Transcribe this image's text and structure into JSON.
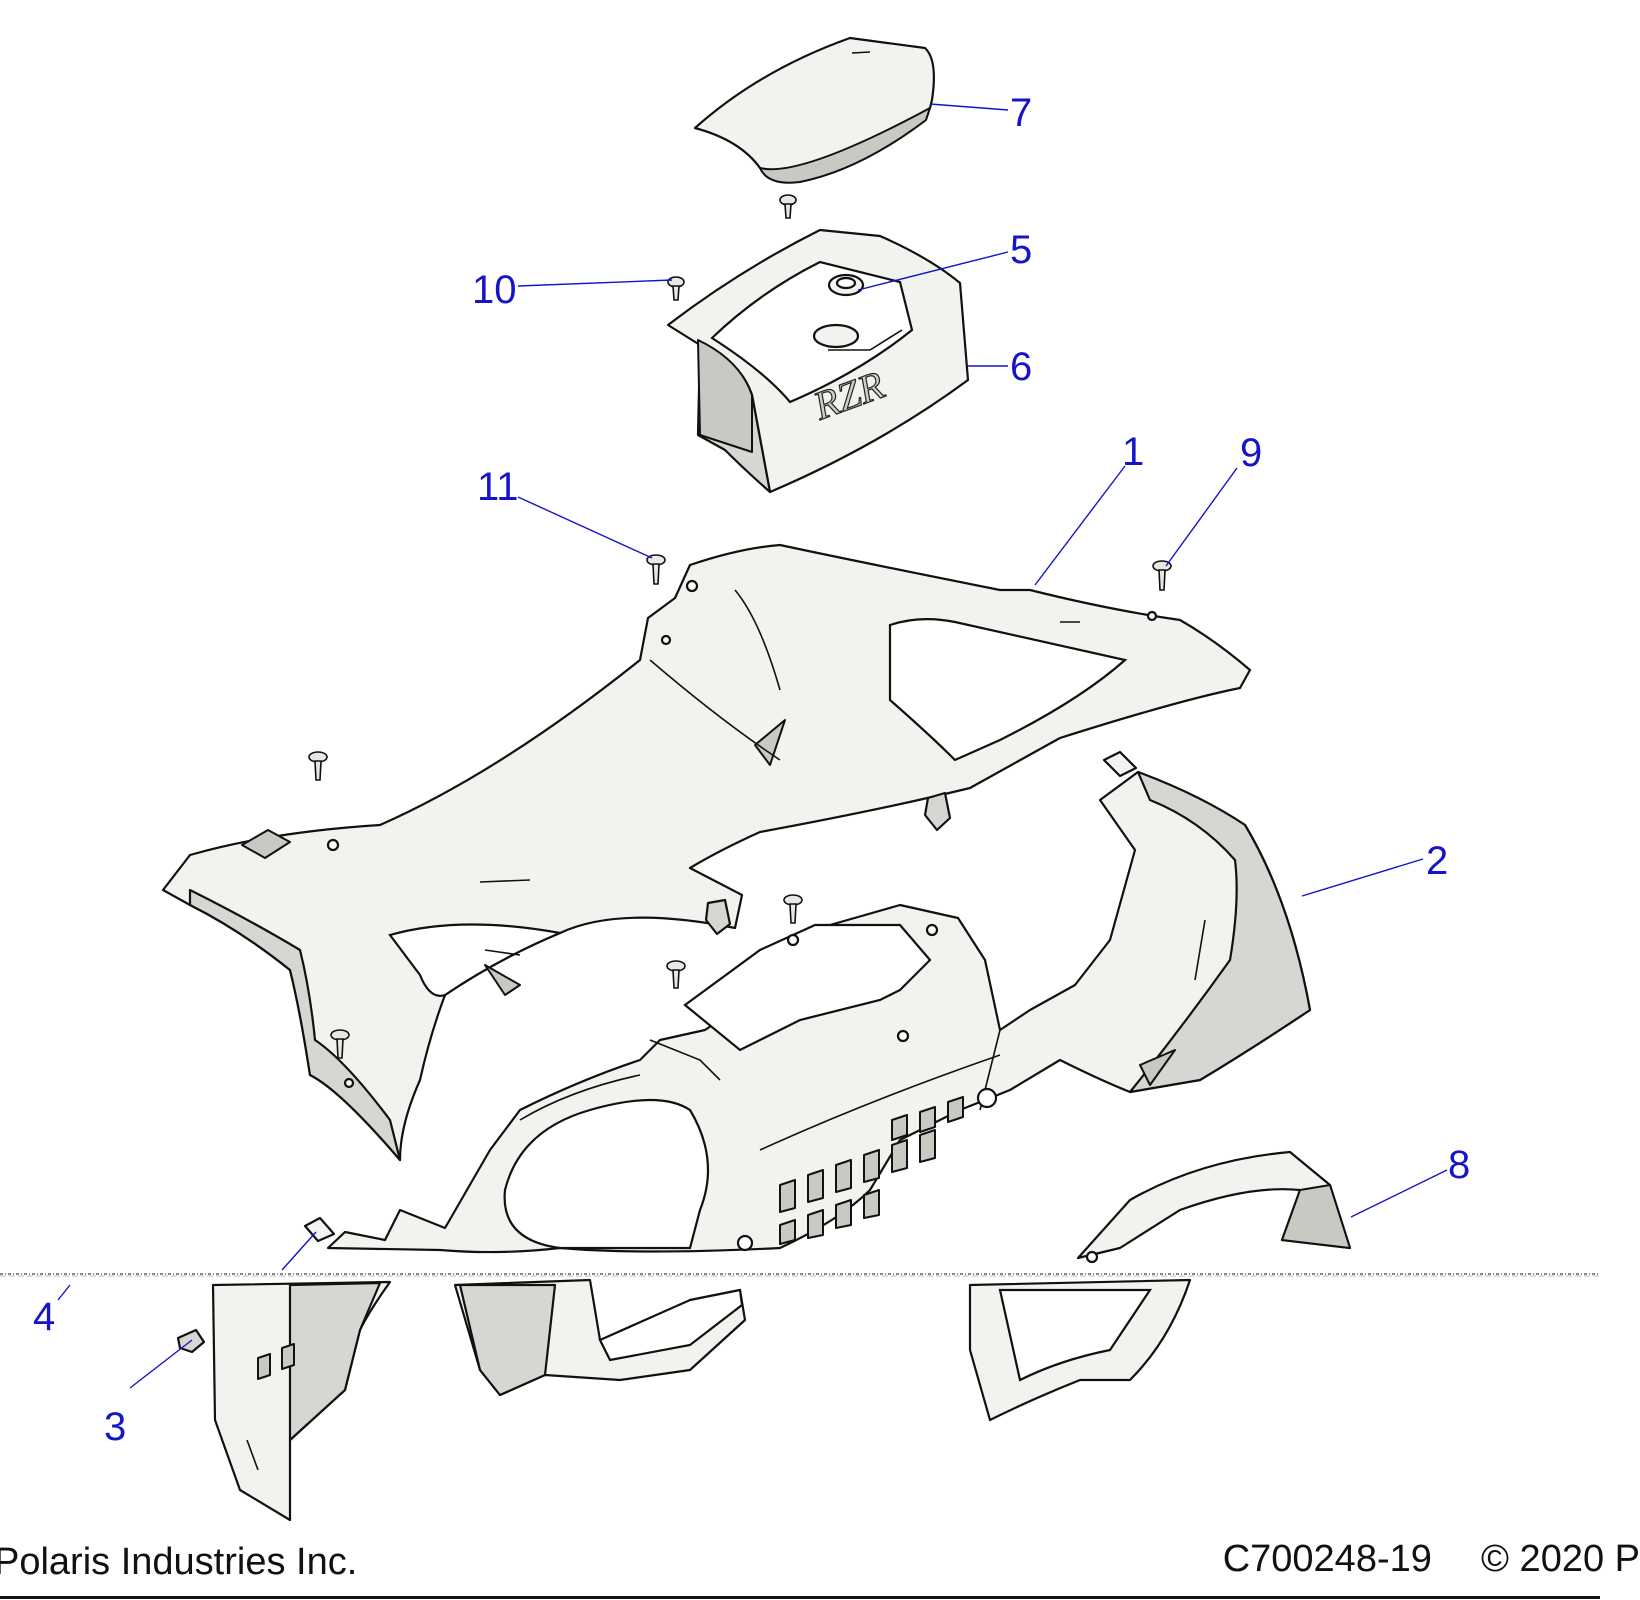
{
  "diagram": {
    "callouts": [
      {
        "id": "1",
        "label": "1"
      },
      {
        "id": "2",
        "label": "2"
      },
      {
        "id": "3",
        "label": "3"
      },
      {
        "id": "4",
        "label": "4"
      },
      {
        "id": "5",
        "label": "5"
      },
      {
        "id": "6",
        "label": "6"
      },
      {
        "id": "7",
        "label": "7"
      },
      {
        "id": "8",
        "label": "8"
      },
      {
        "id": "9",
        "label": "9"
      },
      {
        "id": "10",
        "label": "10"
      },
      {
        "id": "11",
        "label": "11"
      }
    ],
    "colors": {
      "callout": "#1414c8",
      "line": "#111111",
      "part_fill": "#f2f2ef",
      "part_shade": "#d6d6d2"
    }
  },
  "footer": {
    "left_text": "Polaris Industries Inc.",
    "drawing_number": "C700248-19",
    "copyright": "© 2020 P"
  }
}
